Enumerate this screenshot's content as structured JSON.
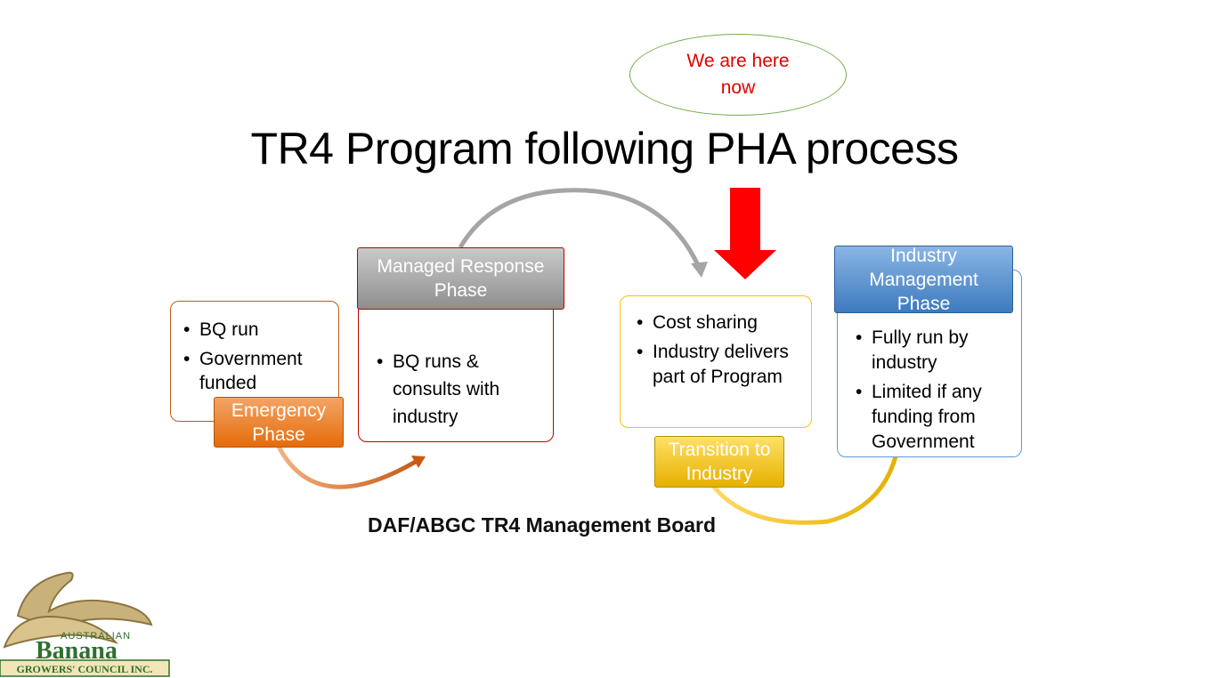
{
  "callout": {
    "text": "We are here now"
  },
  "title": "TR4 Program following PHA process",
  "phases": {
    "emergency": {
      "label": "Emergency Phase",
      "bullets": [
        "BQ run",
        "Government funded"
      ]
    },
    "managed": {
      "label": "Managed Response Phase",
      "bullets": [
        "BQ runs & consults with industry"
      ]
    },
    "transition": {
      "label": "Transition to Industry",
      "bullets": [
        "Cost sharing",
        "Industry delivers part of Program"
      ]
    },
    "industry": {
      "label": "Industry Management Phase",
      "bullets": [
        "Fully run by industry",
        "Limited if any funding from Government"
      ]
    }
  },
  "board": "DAF/ABGC TR4 Management Board",
  "logo": {
    "line1": "AUSTRALIAN",
    "line2": "Banana",
    "line3": "GROWERS' COUNCIL INC."
  },
  "colors": {
    "emergency": "#ed7d31",
    "managed": "#a5a5a5",
    "transition": "#ffc000",
    "industry": "#5b9bd5",
    "callout_text": "#e00000",
    "callout_border": "#70ad47",
    "arrow_red": "#ff0000",
    "box_border_red": "#c00000",
    "box_border_orange": "#c55a11",
    "box_border_gold": "#ffc000",
    "box_border_blue": "#5b9bd5"
  }
}
